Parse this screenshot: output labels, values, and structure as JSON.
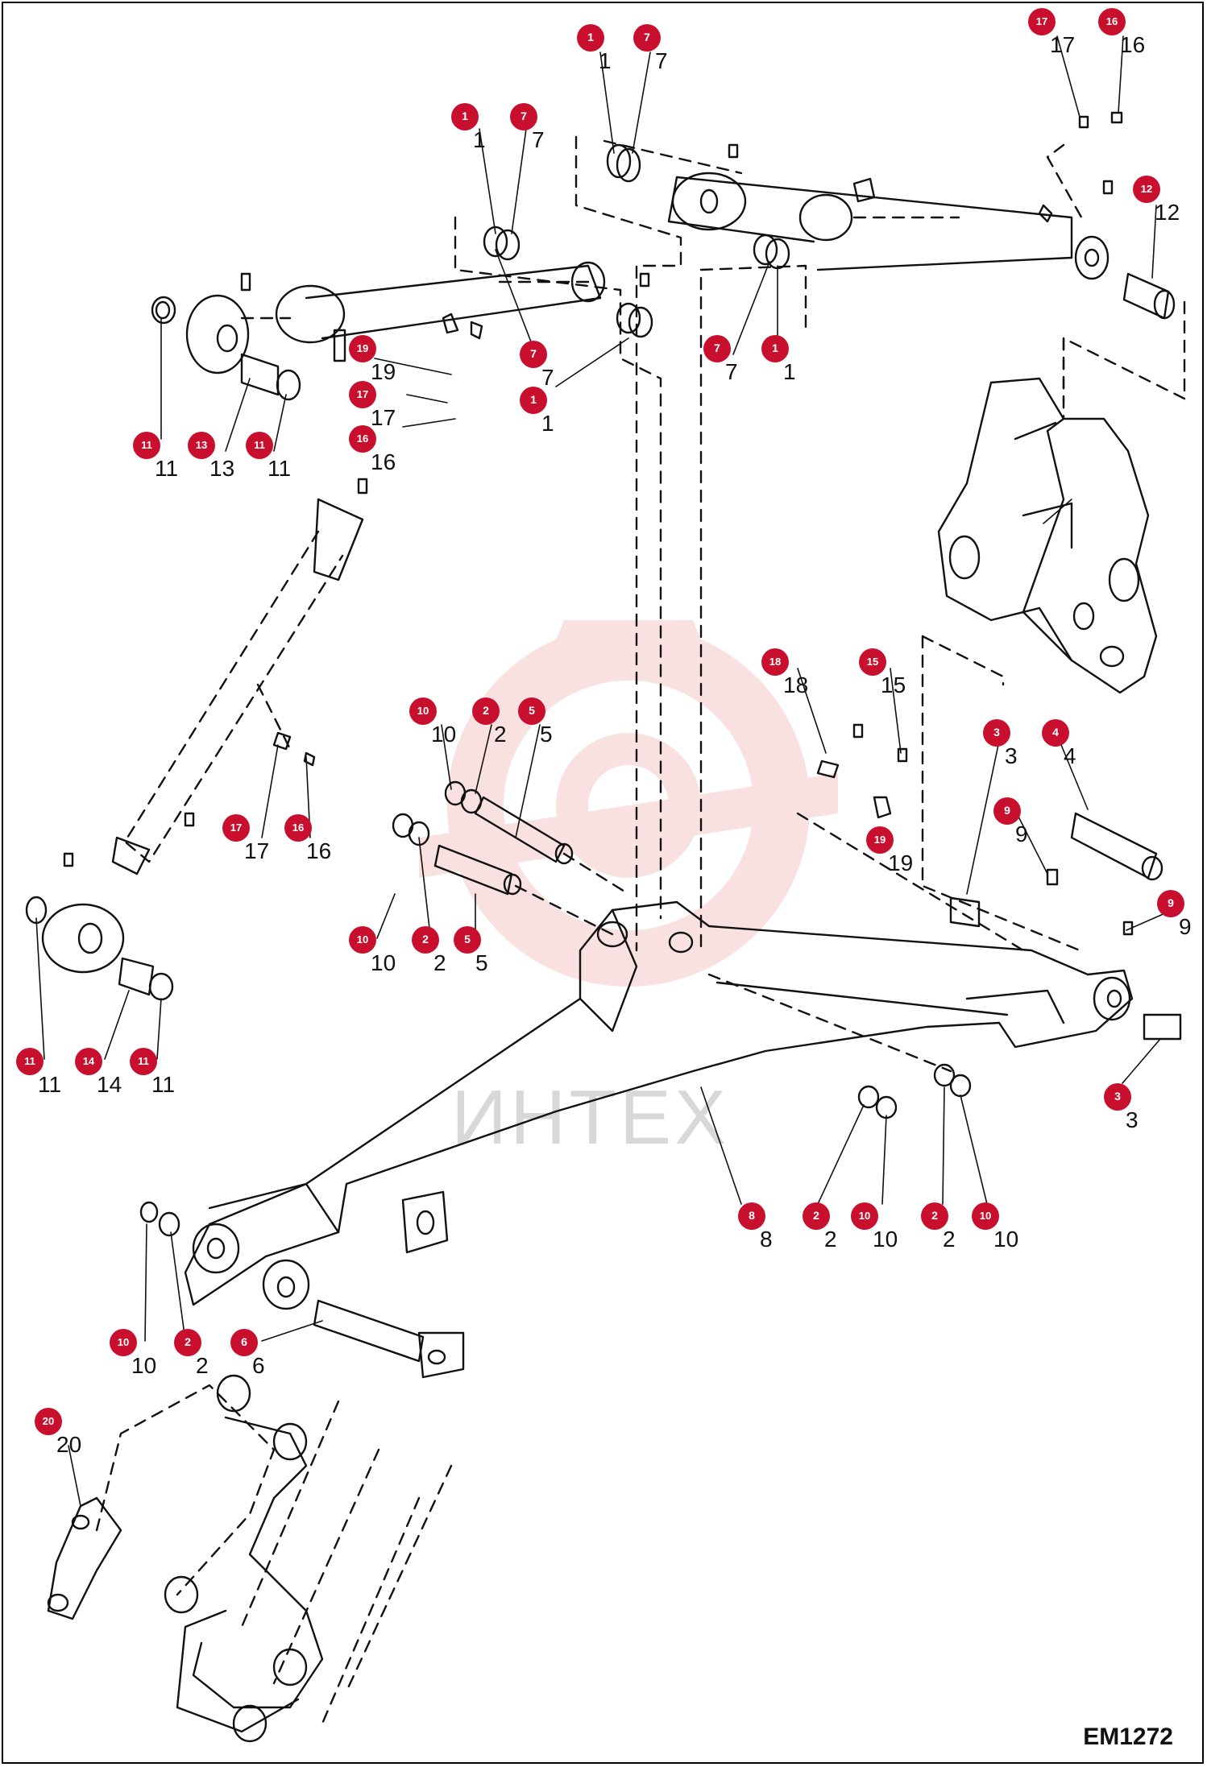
{
  "figure_id": "EM1272",
  "watermark": "ИНТЕХ",
  "colors": {
    "callout": "#c8102e",
    "callout_text": "#ffffff",
    "line": "#111111",
    "watermark": "#f6c9c9"
  },
  "callouts": [
    {
      "n": "1"
    },
    {
      "n": "7"
    },
    {
      "n": "17"
    },
    {
      "n": "16"
    },
    {
      "n": "1"
    },
    {
      "n": "7"
    },
    {
      "n": "12"
    },
    {
      "n": "19"
    },
    {
      "n": "7"
    },
    {
      "n": "7"
    },
    {
      "n": "1"
    },
    {
      "n": "17"
    },
    {
      "n": "1"
    },
    {
      "n": "16"
    },
    {
      "n": "11"
    },
    {
      "n": "13"
    },
    {
      "n": "11"
    },
    {
      "n": "18"
    },
    {
      "n": "15"
    },
    {
      "n": "10"
    },
    {
      "n": "2"
    },
    {
      "n": "5"
    },
    {
      "n": "3"
    },
    {
      "n": "4"
    },
    {
      "n": "9"
    },
    {
      "n": "17"
    },
    {
      "n": "16"
    },
    {
      "n": "19"
    },
    {
      "n": "9"
    },
    {
      "n": "10"
    },
    {
      "n": "2"
    },
    {
      "n": "5"
    },
    {
      "n": "11"
    },
    {
      "n": "14"
    },
    {
      "n": "11"
    },
    {
      "n": "3"
    },
    {
      "n": "8"
    },
    {
      "n": "2"
    },
    {
      "n": "10"
    },
    {
      "n": "2"
    },
    {
      "n": "10"
    },
    {
      "n": "10"
    },
    {
      "n": "2"
    },
    {
      "n": "6"
    },
    {
      "n": "20"
    }
  ]
}
